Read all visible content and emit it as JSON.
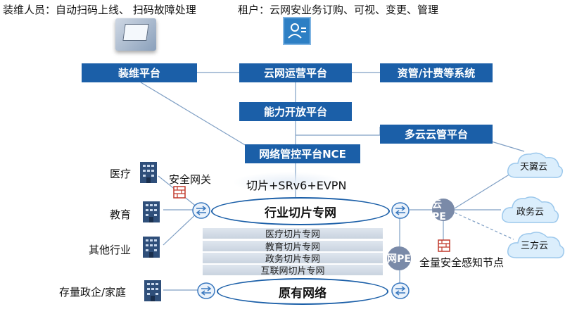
{
  "top": {
    "maintainer_caption": "装维人员：自动扫码上线、 扫码故障处理",
    "tenant_caption": "租户：云网安业务订购、可视、变更、管理"
  },
  "platforms": {
    "install": "装维平台",
    "operation": "云网运营平台",
    "billing": "资管/计费等系统",
    "open": "能力开放平台",
    "multicloud": "多云云管平台",
    "nce": "网络管控平台NCE"
  },
  "tech_label": "切片+SRv6+EVPN",
  "networks": {
    "industry": "行业切片专网",
    "legacy": "原有网络"
  },
  "slices": [
    "医疗切片专网",
    "教育切片专网",
    "政务切片专网",
    "互联网切片专网"
  ],
  "industries": {
    "medical": "医疗",
    "education": "教育",
    "other": "其他行业",
    "existing": "存量政企/家庭"
  },
  "security_gateway": "安全网关",
  "cloud_pe": "云PE",
  "net_pe": "网PE",
  "security_node": "全量安全感知节点",
  "clouds": [
    "天翼云",
    "政务云",
    "三方云"
  ],
  "colors": {
    "platform_blue": "#1b5fa8",
    "pe_gray": "#7a8aa8",
    "cloud_blue": "#dbeefc"
  }
}
